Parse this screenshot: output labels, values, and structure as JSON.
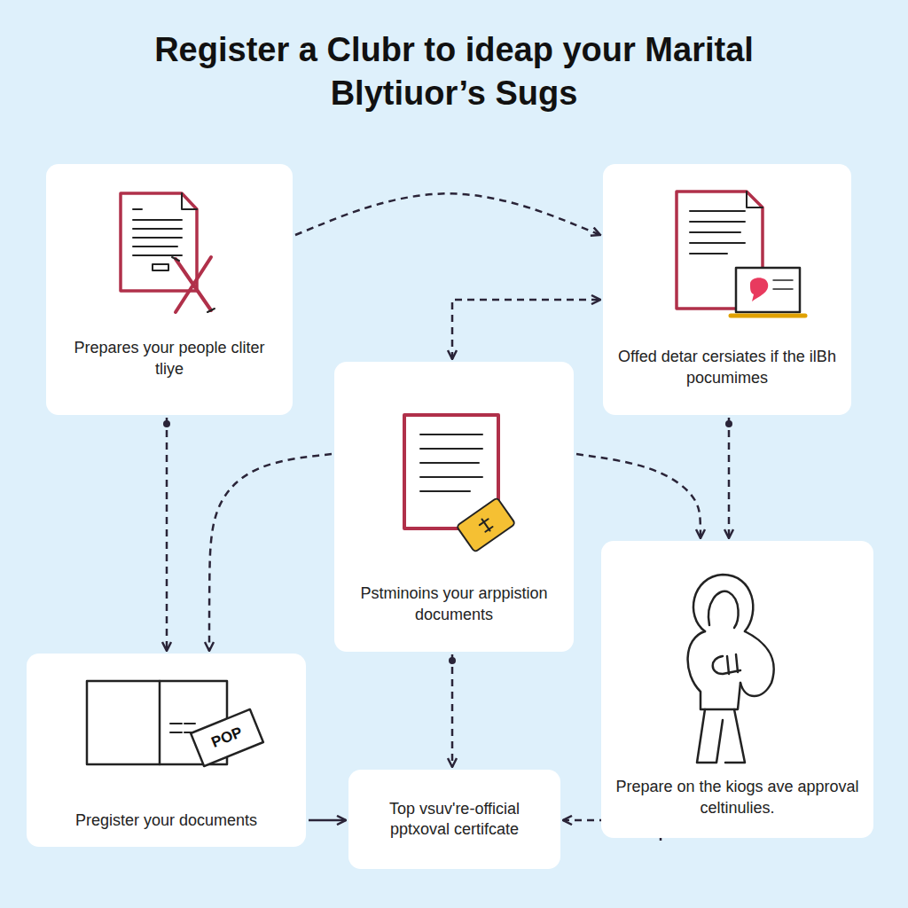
{
  "diagram": {
    "title": "Register a Clubr to ideap your Marital Blytiuor’s Sugs",
    "nodes": [
      {
        "text": [
          "Prepares your people cliter tliye"
        ]
      },
      {
        "text": [
          "Offed detar cersiates if the ilBh pocumimes"
        ]
      },
      {
        "text": [
          "Pstminoins your arppistion documents"
        ]
      },
      {
        "text": [
          "Prepare on the kiogs ave approval celtinulies."
        ]
      },
      {
        "text": [
          "Pregister your documents"
        ]
      },
      {
        "text": [
          "Top vsuv're-official pptxoval certifcate"
        ]
      }
    ],
    "edges": [
      {
        "from": 0,
        "to": 1,
        "arrow": "to"
      },
      {
        "from": 2,
        "to": 1,
        "arrow": "both"
      },
      {
        "from": 0,
        "to": 4,
        "arrow": "to"
      },
      {
        "from": 2,
        "to": 4,
        "arrow": "to"
      },
      {
        "from": 2,
        "to": 3,
        "arrow": "to"
      },
      {
        "from": 1,
        "to": 3,
        "arrow": "to"
      },
      {
        "from": 2,
        "to": 5,
        "arrow": "to"
      },
      {
        "from": 4,
        "to": 5,
        "arrow": "to"
      },
      {
        "from": 3,
        "to": 5,
        "arrow": "to"
      }
    ],
    "labels": [
      "POP"
    ]
  }
}
